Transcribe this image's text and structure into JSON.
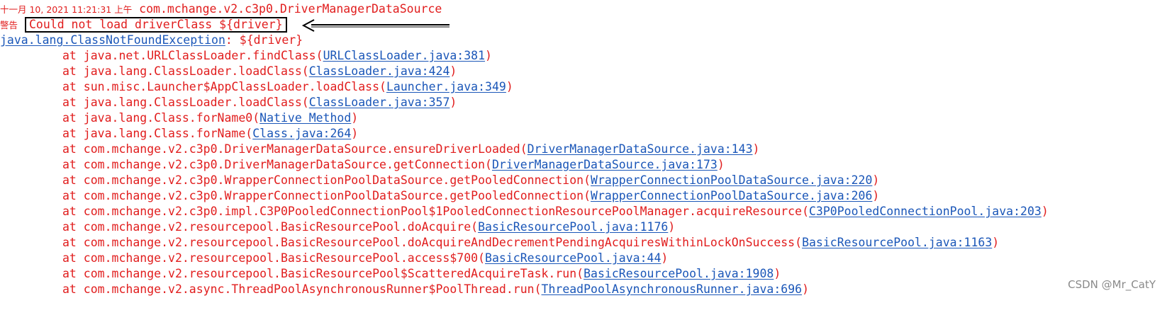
{
  "log_header": {
    "timestamp": "十一月 10, 2021 11:21:31 上午",
    "source": "com.mchange.v2.c3p0.DriverManagerDataSource"
  },
  "warning": {
    "level": "警告",
    "message": "Could not load driverClass ${driver}"
  },
  "exception": {
    "class": "java.lang.ClassNotFoundException",
    "detail": ": ${driver}"
  },
  "stack_frames": [
    {
      "method": "at java.net.URLClassLoader.findClass",
      "location": "URLClassLoader.java:381"
    },
    {
      "method": "at java.lang.ClassLoader.loadClass",
      "location": "ClassLoader.java:424"
    },
    {
      "method": "at sun.misc.Launcher$AppClassLoader.loadClass",
      "location": "Launcher.java:349"
    },
    {
      "method": "at java.lang.ClassLoader.loadClass",
      "location": "ClassLoader.java:357"
    },
    {
      "method": "at java.lang.Class.forName0",
      "location": "Native Method"
    },
    {
      "method": "at java.lang.Class.forName",
      "location": "Class.java:264"
    },
    {
      "method": "at com.mchange.v2.c3p0.DriverManagerDataSource.ensureDriverLoaded",
      "location": "DriverManagerDataSource.java:143"
    },
    {
      "method": "at com.mchange.v2.c3p0.DriverManagerDataSource.getConnection",
      "location": "DriverManagerDataSource.java:173"
    },
    {
      "method": "at com.mchange.v2.c3p0.WrapperConnectionPoolDataSource.getPooledConnection",
      "location": "WrapperConnectionPoolDataSource.java:220"
    },
    {
      "method": "at com.mchange.v2.c3p0.WrapperConnectionPoolDataSource.getPooledConnection",
      "location": "WrapperConnectionPoolDataSource.java:206"
    },
    {
      "method": "at com.mchange.v2.c3p0.impl.C3P0PooledConnectionPool$1PooledConnectionResourcePoolManager.acquireResource",
      "location": "C3P0PooledConnectionPool.java:203"
    },
    {
      "method": "at com.mchange.v2.resourcepool.BasicResourcePool.doAcquire",
      "location": "BasicResourcePool.java:1176"
    },
    {
      "method": "at com.mchange.v2.resourcepool.BasicResourcePool.doAcquireAndDecrementPendingAcquiresWithinLockOnSuccess",
      "location": "BasicResourcePool.java:1163"
    },
    {
      "method": "at com.mchange.v2.resourcepool.BasicResourcePool.access$700",
      "location": "BasicResourcePool.java:44"
    },
    {
      "method": "at com.mchange.v2.resourcepool.BasicResourcePool$ScatteredAcquireTask.run",
      "location": "BasicResourcePool.java:1908"
    },
    {
      "method": "at com.mchange.v2.async.ThreadPoolAsynchronousRunner$PoolThread.run",
      "location": "ThreadPoolAsynchronousRunner.java:696"
    }
  ],
  "watermark": "CSDN @Mr_CatY",
  "colors": {
    "text": "#e11d1d",
    "link": "#1a56b8",
    "box": "#000000",
    "watermark": "#8a8a8a"
  }
}
